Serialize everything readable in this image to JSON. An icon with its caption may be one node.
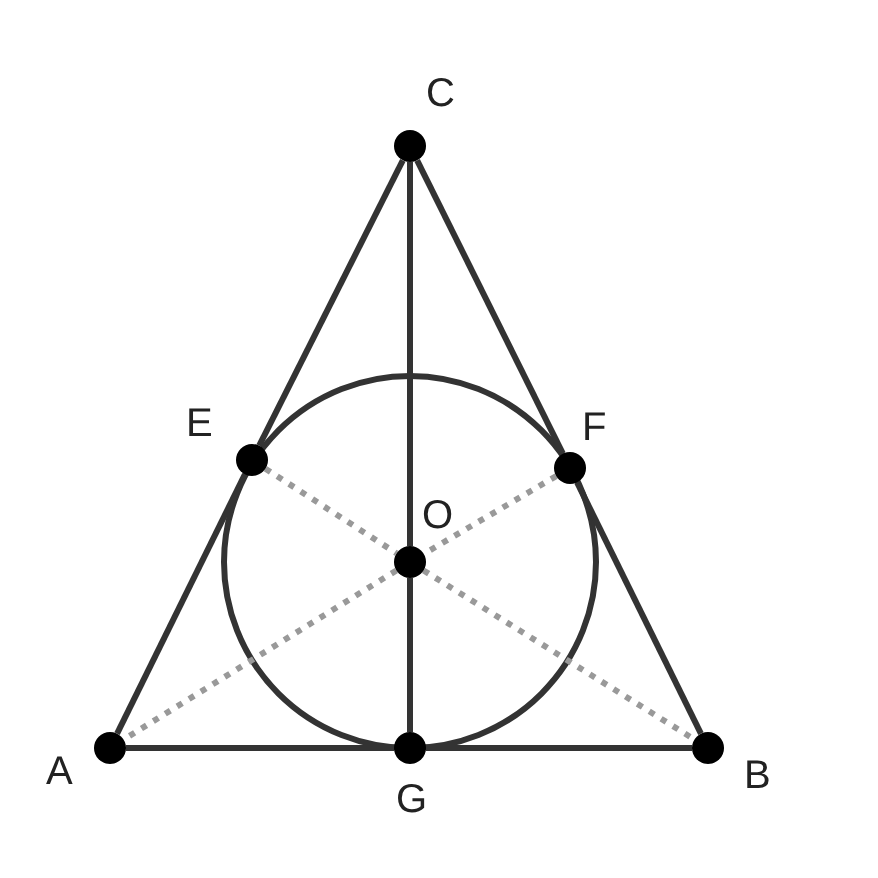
{
  "diagram": {
    "nodes": [
      {
        "text": [
          "C"
        ]
      },
      {
        "text": [
          "E"
        ]
      },
      {
        "text": [
          "F"
        ]
      },
      {
        "text": [
          "O"
        ]
      },
      {
        "text": [
          "A"
        ]
      },
      {
        "text": [
          "G"
        ]
      },
      {
        "text": [
          "B"
        ]
      }
    ],
    "edges": [
      {
        "from": 4,
        "to": 5,
        "arrow": "none"
      },
      {
        "from": 5,
        "to": 6,
        "arrow": "none"
      },
      {
        "from": 4,
        "to": 1,
        "arrow": "none"
      },
      {
        "from": 1,
        "to": 0,
        "arrow": "none"
      },
      {
        "from": 0,
        "to": 2,
        "arrow": "none"
      },
      {
        "from": 2,
        "to": 6,
        "arrow": "none"
      },
      {
        "from": 0,
        "to": 3,
        "arrow": "none"
      },
      {
        "from": 3,
        "to": 5,
        "arrow": "none"
      },
      {
        "from": 1,
        "to": 3,
        "arrow": "none",
        "style": "dashed",
        "color": "#999999"
      },
      {
        "from": 3,
        "to": 6,
        "arrow": "none",
        "style": "dashed",
        "color": "#999999"
      },
      {
        "from": 2,
        "to": 3,
        "arrow": "none",
        "style": "dashed",
        "color": "#999999"
      },
      {
        "from": 3,
        "to": 4,
        "arrow": "none",
        "style": "dashed",
        "color": "#999999"
      }
    ]
  }
}
